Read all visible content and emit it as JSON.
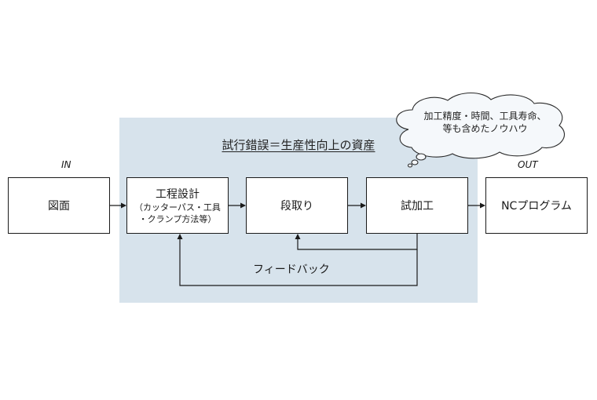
{
  "diagram": {
    "title": "試行錯誤＝生産性向上の資産",
    "in_label": "IN",
    "out_label": "OUT",
    "boxes": [
      {
        "label": "図面",
        "sub": ""
      },
      {
        "label": "工程設計",
        "sub": "（カッターパス・工具\n・クランプ方法等）"
      },
      {
        "label": "段取り",
        "sub": ""
      },
      {
        "label": "試加工",
        "sub": ""
      },
      {
        "label": "NCプログラム",
        "sub": ""
      }
    ],
    "feedback_label": "フィードバック",
    "cloud_line1": "加工精度・時間、工具寿命、",
    "cloud_line2": "等も含めたノウハウ"
  },
  "colors": {
    "zone": "#d7e3ec",
    "line": "#1a1a1a",
    "cloud_fill": "#f5f8fb"
  }
}
